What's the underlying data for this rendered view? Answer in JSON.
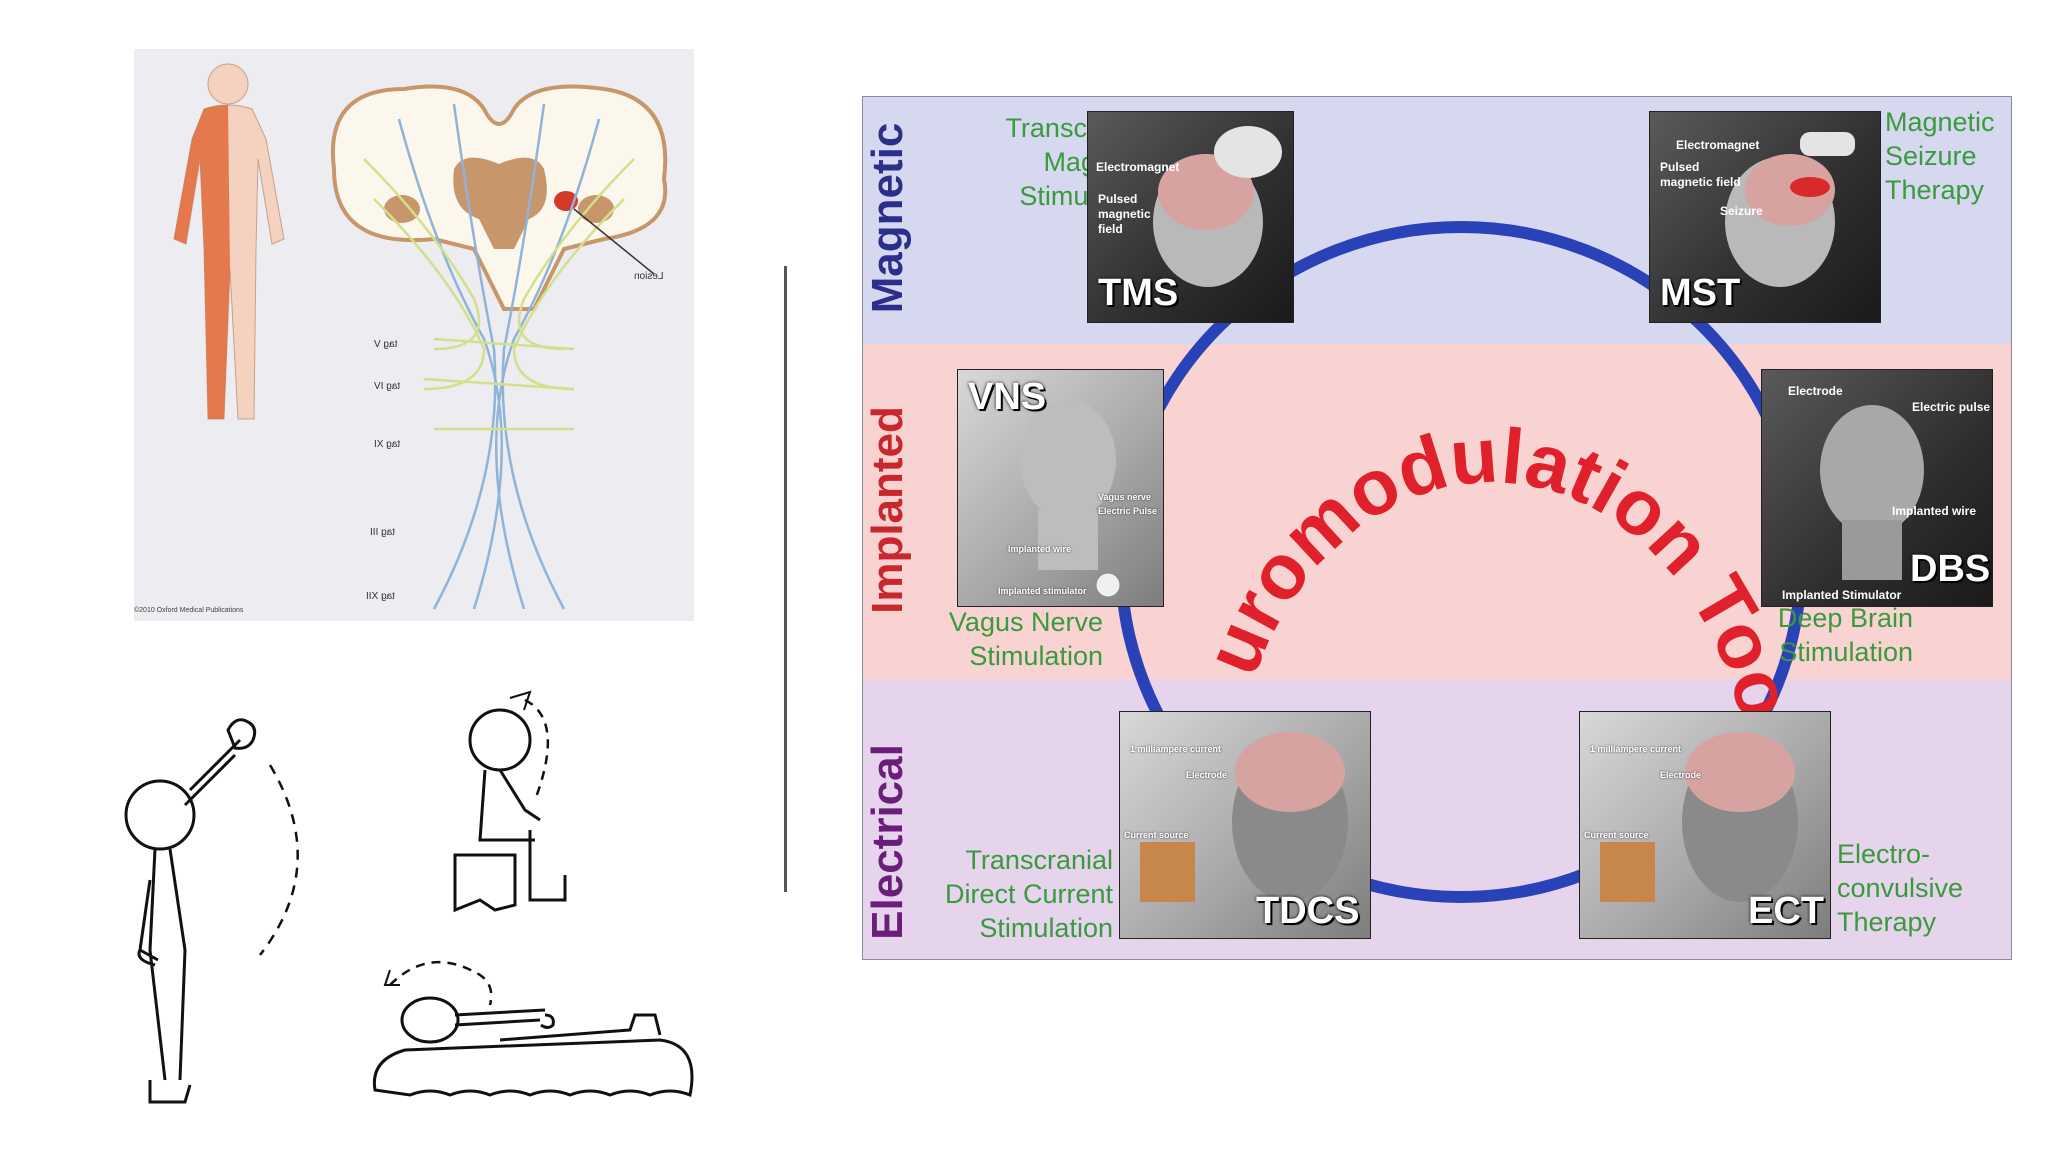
{
  "anatomy": {
    "labels": [
      "Lesion",
      "tag V",
      "tag IV",
      "tag XI",
      "tag III",
      "tag XII"
    ],
    "caption": "©2010 Oxford Medical Publications"
  },
  "diagram": {
    "title": "Neuromodulation Tools",
    "bands": [
      {
        "label": "Magnetic",
        "color": "#2b2e8a"
      },
      {
        "label": "Implanted",
        "color": "#c8272e"
      },
      {
        "label": "Electrical",
        "color": "#6b1d7a"
      }
    ],
    "ring_color": "#2a42b8",
    "title_color": "#e0202a",
    "text_color": "#3a9a3e",
    "tools": {
      "tms": {
        "abbr": "TMS",
        "name_lines": [
          "Transcranial",
          "Magnetic",
          "Stimulation"
        ],
        "photo_labels": [
          "Electromagnet",
          "Pulsed",
          "magnetic",
          "field"
        ]
      },
      "mst": {
        "abbr": "MST",
        "name_lines": [
          "Magnetic",
          "Seizure",
          "Therapy"
        ],
        "photo_labels": [
          "Electromagnet",
          "Pulsed",
          "magnetic field",
          "Seizure"
        ]
      },
      "vns": {
        "abbr": "VNS",
        "name_lines": [
          "Vagus Nerve",
          "Stimulation"
        ],
        "photo_labels": [
          "Vagus nerve",
          "Electric Pulse",
          "Implanted wire",
          "Implanted stimulator"
        ]
      },
      "dbs": {
        "abbr": "DBS",
        "name_lines": [
          "Deep Brain",
          "Stimulation"
        ],
        "photo_labels": [
          "Electrode",
          "Electric pulse",
          "Implanted wire",
          "Implanted Stimulator"
        ]
      },
      "tdcs": {
        "abbr": "TDCS",
        "name_lines": [
          "Transcranial",
          "Direct Current",
          "Stimulation"
        ],
        "photo_labels": [
          "1 milliampere current",
          "Electrode",
          "Current source"
        ]
      },
      "ect": {
        "abbr": "ECT",
        "name_lines": [
          "Electro-",
          "convulsive",
          "Therapy"
        ],
        "photo_labels": [
          "1 milliampere current",
          "Electrode",
          "Current source"
        ]
      }
    }
  }
}
